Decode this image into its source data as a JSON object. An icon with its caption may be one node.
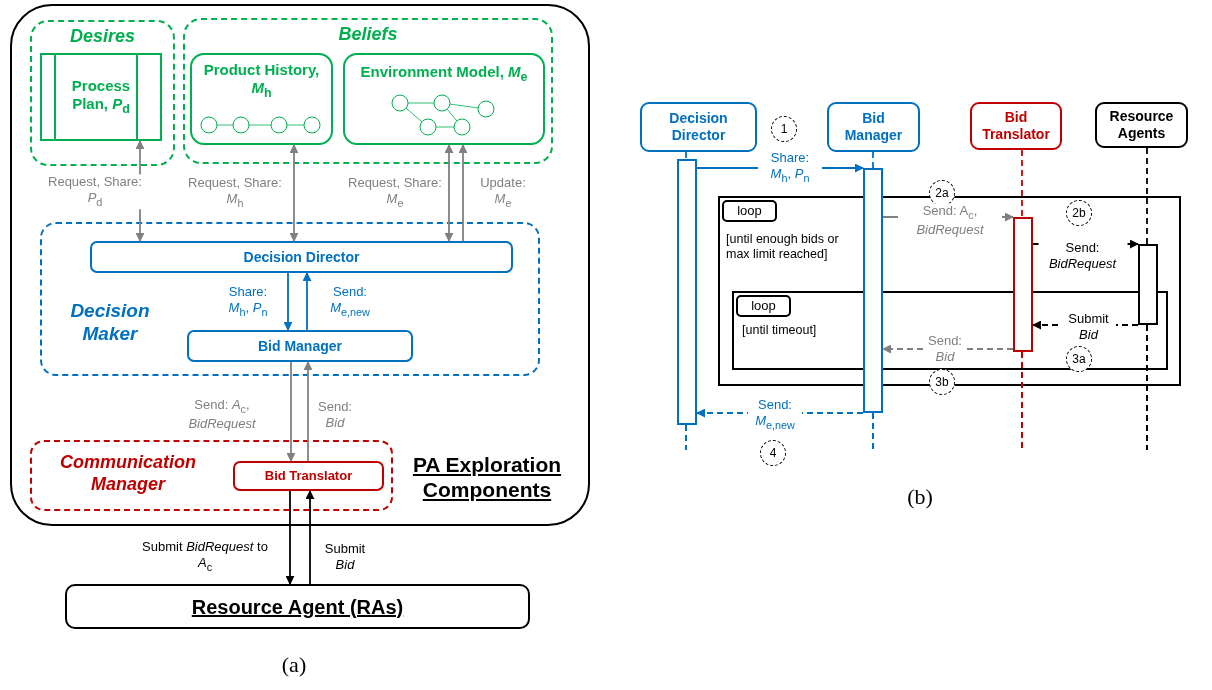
{
  "diagram": {
    "nodes": [
      {
        "text": [
          "PA Exploration Components"
        ]
      },
      {
        "text": [
          "Desires"
        ],
        "in": 0
      },
      {
        "text": [
          "Process Plan, *P*$_{d}$"
        ],
        "in": 1
      },
      {
        "text": [
          "Beliefs"
        ],
        "in": 0
      },
      {
        "text": [
          "Product History, *M*$_{h}$"
        ],
        "in": 3
      },
      {
        "text": [
          "Environment Model, *M*$_{e}$"
        ],
        "in": 3
      },
      {
        "text": [
          "Decision Maker"
        ],
        "in": 0
      },
      {
        "text": [
          "Decision Director"
        ],
        "in": 6
      },
      {
        "text": [
          "Bid Manager"
        ],
        "in": 6
      },
      {
        "text": [
          "Communication Manager"
        ],
        "in": 0
      },
      {
        "text": [
          "Bid Translator"
        ],
        "in": 9
      },
      {
        "text": [
          "Resource Agent (RAs)"
        ]
      },
      {
        "text": [
          "Decision Director"
        ]
      },
      {
        "text": [
          "Bid Manager"
        ]
      },
      {
        "text": [
          "Bid Translator"
        ]
      },
      {
        "text": [
          "Resource Agents"
        ]
      },
      {
        "text": [
          "loop",
          "[until enough bids or max limit reached]"
        ]
      },
      {
        "text": [
          "loop",
          "[until timeout]"
        ],
        "in": 16
      },
      {
        "text": [],
        "shape": "bar"
      },
      {
        "text": [],
        "shape": "bar"
      },
      {
        "text": [],
        "shape": "bar",
        "in": 16
      },
      {
        "text": [],
        "shape": "bar",
        "in": 16
      },
      {
        "text": [
          "1"
        ]
      },
      {
        "text": [
          "2a"
        ]
      },
      {
        "text": [
          "2b"
        ],
        "in": 16
      },
      {
        "text": [
          "3a"
        ],
        "in": 17
      },
      {
        "text": [
          "3b"
        ]
      },
      {
        "text": [
          "4"
        ]
      }
    ],
    "edges": [
      {
        "from": 7,
        "to": 2,
        "arrow": "both",
        "label": "Request, Share: *P*$_{d}$"
      },
      {
        "from": 7,
        "to": 4,
        "arrow": "both",
        "label": "Request, Share: *M*$_{h}$"
      },
      {
        "from": 7,
        "to": 5,
        "arrow": "both",
        "label": "Request, Share: *M*$_{e}$"
      },
      {
        "from": 7,
        "to": 5,
        "arrow": "to",
        "label": "Update: *M*$_{e}$"
      },
      {
        "from": 7,
        "to": 8,
        "arrow": "to",
        "label": "Share: *M*$_{h}$, *P*$_{n}$",
        "color": "#0070c0"
      },
      {
        "from": 8,
        "to": 7,
        "arrow": "to",
        "label": "Send: *M*$_{e,new}$",
        "color": "#0070c0"
      },
      {
        "from": 8,
        "to": 10,
        "arrow": "to",
        "label": "Send: *A*$_{c}$, *BidRequest*"
      },
      {
        "from": 10,
        "to": 8,
        "arrow": "to",
        "label": "Send: *Bid*"
      },
      {
        "from": 10,
        "to": 11,
        "arrow": "to",
        "label": "Submit *BidRequest* to *A*$_{c}$",
        "color": "#000000"
      },
      {
        "from": 11,
        "to": 10,
        "arrow": "to",
        "label": "Submit *Bid*",
        "color": "#000000"
      },
      {
        "from": 18,
        "to": 19,
        "arrow": "to",
        "label": "Share: *M*$_{h}$, *P*$_{n}$",
        "color": "#0070c0"
      },
      {
        "from": 19,
        "to": 20,
        "arrow": "to",
        "label": "Send: A$_{c}$, *BidRequest*"
      },
      {
        "from": 20,
        "to": 21,
        "arrow": "to",
        "label": "Send: *BidRequest*",
        "color": "#000000"
      },
      {
        "from": 21,
        "to": 20,
        "arrow": "to",
        "label": "Submit *Bid*",
        "style": "dashed",
        "color": "#000000"
      },
      {
        "from": 20,
        "to": 19,
        "arrow": "to",
        "label": "Send: *Bid*",
        "style": "dashed"
      },
      {
        "from": 19,
        "to": 18,
        "arrow": "to",
        "label": "Send: *M*$_{e,new}$",
        "style": "dashed",
        "color": "#0070c0"
      },
      {
        "from": 12,
        "to": 18,
        "arrow": "none",
        "style": "dashed",
        "color": "#0070c0"
      },
      {
        "from": 13,
        "to": 19,
        "arrow": "none",
        "style": "dashed",
        "color": "#0070c0"
      },
      {
        "from": 14,
        "to": 20,
        "arrow": "none",
        "style": "dashed",
        "color": "#c00000"
      },
      {
        "from": 15,
        "to": 21,
        "arrow": "none",
        "style": "dashed",
        "color": "#000000"
      }
    ],
    "labels": [
      "(a)",
      "(b)"
    ]
  }
}
